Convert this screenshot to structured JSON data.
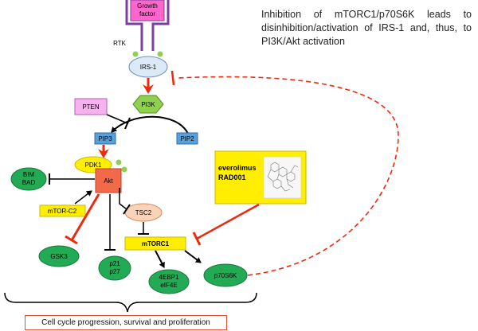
{
  "caption": "Inhibition of mTORC1/p70S6K leads to disinhibition/activation of IRS-1 and, thus, to PI3K/Akt activation",
  "nodes": {
    "growth_factor": [
      "Growth",
      "factor"
    ],
    "rtk": "RTK",
    "irs1": "IRS-1",
    "pi3k": "PI3K",
    "pten": "PTEN",
    "pip3": "PIP3",
    "pip2": "PIP2",
    "pdk1": "PDK1",
    "akt": "Akt",
    "bim_bad": [
      "BIM",
      "BAD"
    ],
    "mtorc2": "mTOR-C2",
    "tsc2": "TSC2",
    "mtorc1": "mTORC1",
    "gsk3": "GSK3",
    "p21_p27": [
      "p21",
      "p27"
    ],
    "4ebp1_eif4e": [
      "4EBP1",
      "eIF4E"
    ],
    "p70s6k": "p70S6K"
  },
  "drug": [
    "everolimus",
    "RAD001"
  ],
  "outcome": "Cell cycle progression, survival and proliferation",
  "colors": {
    "growth_factor": "#ff66cc",
    "receptor": "#7b3fa0",
    "irs1": "#dce9f7",
    "green": "#22aa55",
    "pi3k": "#8fd14f",
    "pten": "#f6b2ee",
    "pip": "#5aa0d8",
    "yellow": "#ffee00",
    "akt": "#f26a4a",
    "tsc2": "#fbd3b8",
    "red": "#ee2a0e",
    "outcome_border": "#e24a3a"
  }
}
